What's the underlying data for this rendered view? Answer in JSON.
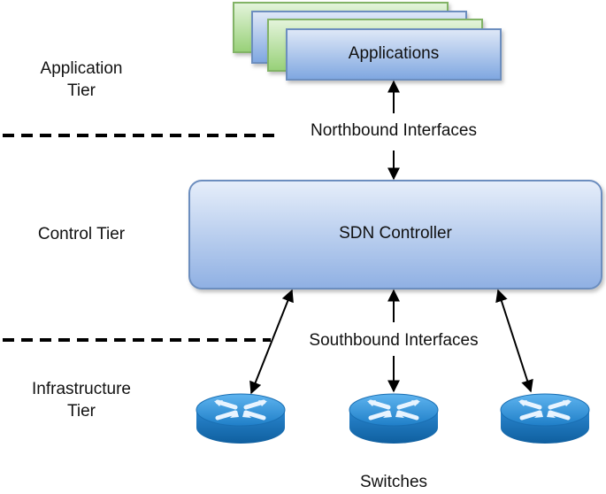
{
  "tiers": {
    "application": {
      "line1": "Application",
      "line2": "Tier"
    },
    "control": "Control Tier",
    "infrastructure": {
      "line1": "Infrastructure",
      "line2": "Tier"
    }
  },
  "nodes": {
    "applications": "Applications",
    "controller": "SDN Controller",
    "switches": "Switches"
  },
  "interfaces": {
    "northbound": "Northbound Interfaces",
    "southbound": "Southbound Interfaces"
  },
  "colors": {
    "app_green_fill": "#b9e0a5",
    "app_green_stroke": "#82b366",
    "blue_fill": "#c5d6f0",
    "blue_stroke": "#6c8ebf",
    "switch_blue": "#2f8fd6"
  },
  "icons": [
    "switch-icon",
    "arrow-icon"
  ]
}
